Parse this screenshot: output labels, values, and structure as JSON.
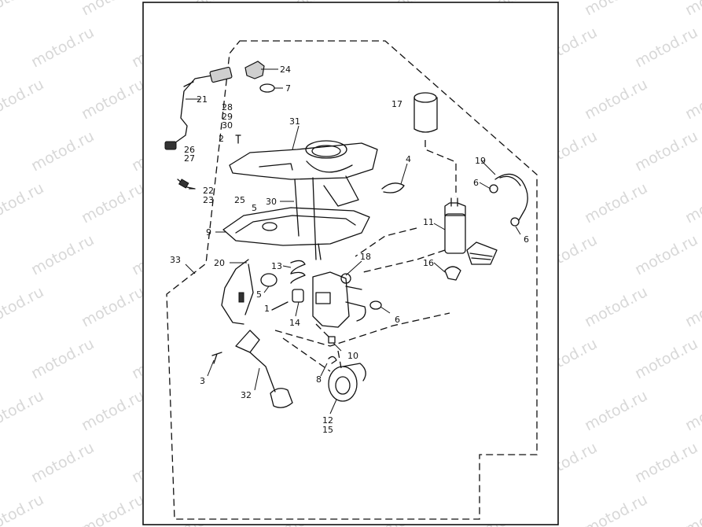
{
  "watermark": "motod.ru",
  "callouts": {
    "c24": "24",
    "c7": "7",
    "c21": "21",
    "c28": "28",
    "c29": "29",
    "c30a": "30",
    "c2": "2",
    "c31": "31",
    "c17": "17",
    "c26": "26",
    "c27": "27",
    "c4": "4",
    "c19": "19",
    "c6a": "6",
    "c22": "22",
    "c23": "23",
    "c25": "25",
    "c5a": "5",
    "c30b": "30",
    "c11": "11",
    "c6b": "6",
    "c9": "9",
    "c33": "33",
    "c20": "20",
    "c13": "13",
    "c18": "18",
    "c16": "16",
    "c5b": "5",
    "c1": "1",
    "c14": "14",
    "c6c": "6",
    "c10": "10",
    "c3": "3",
    "c8": "8",
    "c32": "32",
    "c12": "12",
    "c15": "15"
  }
}
